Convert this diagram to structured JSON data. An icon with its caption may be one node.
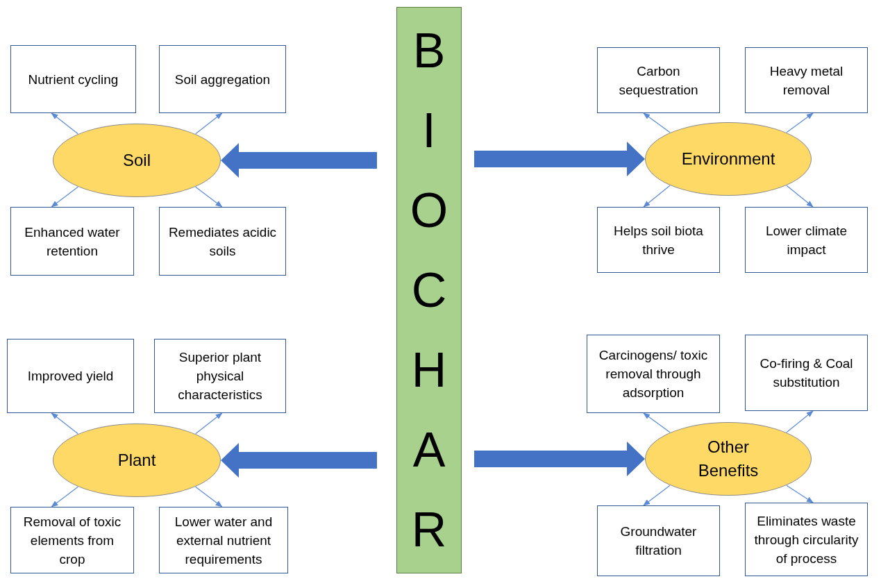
{
  "diagram": {
    "nodes": [
      {
        "text": [
          "BIOCHAR"
        ]
      },
      {
        "text": [
          "Soil"
        ]
      },
      {
        "text": [
          "Nutrient cycling"
        ]
      },
      {
        "text": [
          "Soil aggregation"
        ]
      },
      {
        "text": [
          "Enhanced water retention"
        ]
      },
      {
        "text": [
          "Remediates acidic soils"
        ]
      },
      {
        "text": [
          "Environment"
        ]
      },
      {
        "text": [
          "Carbon sequestration"
        ]
      },
      {
        "text": [
          "Heavy metal removal"
        ]
      },
      {
        "text": [
          "Helps soil biota thrive"
        ]
      },
      {
        "text": [
          "Lower climate impact"
        ]
      },
      {
        "text": [
          "Plant"
        ]
      },
      {
        "text": [
          "Improved yield"
        ]
      },
      {
        "text": [
          "Superior plant physical characteristics"
        ]
      },
      {
        "text": [
          "Removal of toxic elements from crop"
        ]
      },
      {
        "text": [
          "Lower water and external nutrient requirements"
        ]
      },
      {
        "text": [
          "Other Benefits"
        ]
      },
      {
        "text": [
          "Carcinogens/ toxic removal through adsorption"
        ]
      },
      {
        "text": [
          "Co-firing & Coal substitution"
        ]
      },
      {
        "text": [
          "Groundwater filtration"
        ]
      },
      {
        "text": [
          "Eliminates waste through circularity of process"
        ]
      }
    ],
    "edges": [
      {
        "from": 0,
        "to": 1,
        "arrow": "to",
        "style": "thick"
      },
      {
        "from": 0,
        "to": 6,
        "arrow": "to",
        "style": "thick"
      },
      {
        "from": 0,
        "to": 11,
        "arrow": "to",
        "style": "thick"
      },
      {
        "from": 0,
        "to": 16,
        "arrow": "to",
        "style": "thick"
      },
      {
        "from": 1,
        "to": 2,
        "arrow": "to"
      },
      {
        "from": 1,
        "to": 3,
        "arrow": "to"
      },
      {
        "from": 1,
        "to": 4,
        "arrow": "to"
      },
      {
        "from": 1,
        "to": 5,
        "arrow": "to"
      },
      {
        "from": 6,
        "to": 7,
        "arrow": "to"
      },
      {
        "from": 6,
        "to": 8,
        "arrow": "to"
      },
      {
        "from": 6,
        "to": 9,
        "arrow": "to"
      },
      {
        "from": 6,
        "to": 10,
        "arrow": "to"
      },
      {
        "from": 11,
        "to": 12,
        "arrow": "to"
      },
      {
        "from": 11,
        "to": 13,
        "arrow": "to"
      },
      {
        "from": 11,
        "to": 14,
        "arrow": "to"
      },
      {
        "from": 11,
        "to": 15,
        "arrow": "to"
      },
      {
        "from": 16,
        "to": 17,
        "arrow": "to"
      },
      {
        "from": 16,
        "to": 18,
        "arrow": "to"
      },
      {
        "from": 16,
        "to": 19,
        "arrow": "to"
      },
      {
        "from": 16,
        "to": 20,
        "arrow": "to"
      }
    ]
  }
}
